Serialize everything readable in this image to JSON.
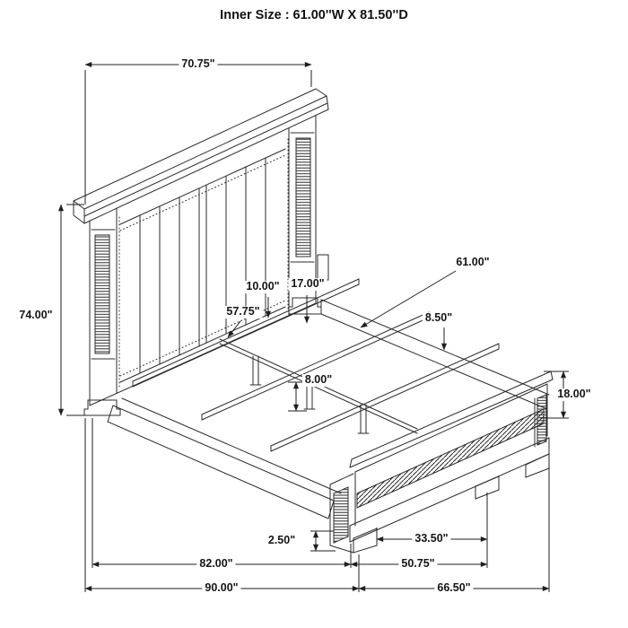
{
  "title": "Inner Size : 61.00''W X 81.50''D",
  "dimension_labels": {
    "headboard_width": "70.75\"",
    "headboard_height": "74.00\"",
    "inner_width": "61.00\"",
    "slat_gap": "10.00\"",
    "platform_height": "17.00\"",
    "slat_length": "57.75\"",
    "side_rail_height": "8.50\"",
    "support_leg_height": "8.00\"",
    "footboard_height": "18.00\"",
    "foot_height": "2.50\"",
    "footboard_leg_span": "33.50\"",
    "rail_length": "82.00\"",
    "footboard_inner_width": "50.75\"",
    "overall_depth": "90.00\"",
    "overall_width": "66.50\""
  }
}
